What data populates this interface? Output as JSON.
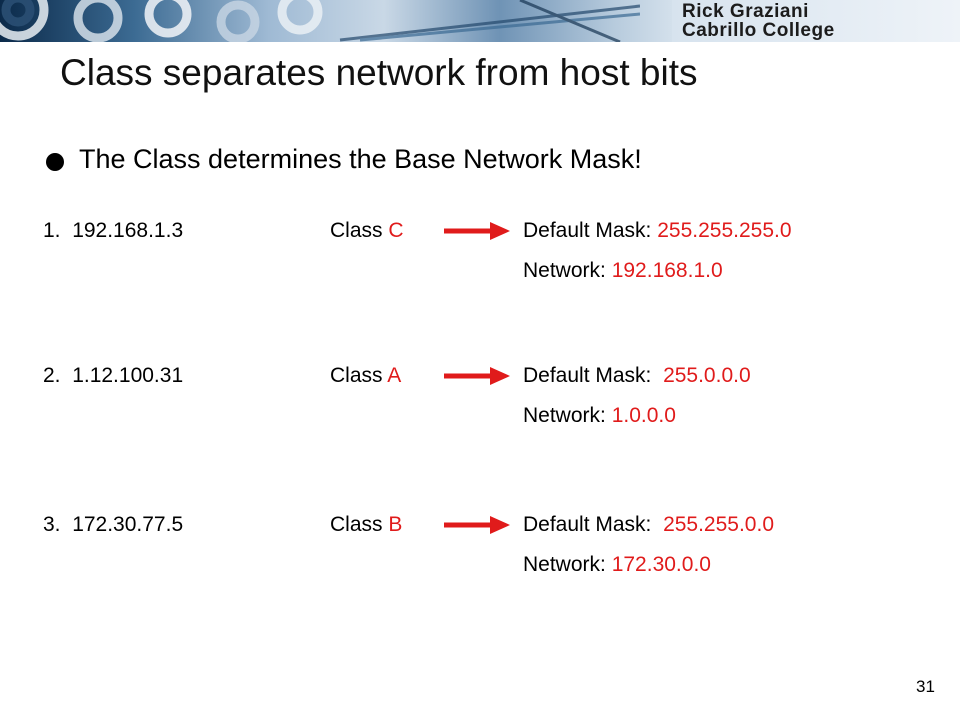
{
  "header": {
    "author": "Rick Graziani",
    "institution": "Cabrillo College"
  },
  "title": "Class separates network from host bits",
  "bullet": "The Class determines the Base Network Mask!",
  "examples": [
    {
      "index": "1.",
      "address": "192.168.1.3",
      "class_label": "Class",
      "class_letter": "C",
      "mask_label": "Default Mask:",
      "mask_value": "255.255.255.0",
      "network_label": "Network:",
      "network_value": "192.168.1.0"
    },
    {
      "index": "2.",
      "address": "1.12.100.31",
      "class_label": "Class",
      "class_letter": "A",
      "mask_label": "Default Mask:",
      "mask_value": "255.0.0.0",
      "network_label": "Network:",
      "network_value": "1.0.0.0"
    },
    {
      "index": "3.",
      "address": "172.30.77.5",
      "class_label": "Class",
      "class_letter": "B",
      "mask_label": "Default Mask:",
      "mask_value": "255.255.0.0",
      "network_label": "Network:",
      "network_value": "172.30.0.0"
    }
  ],
  "page_number": "31",
  "colors": {
    "highlight": "#e01b1b",
    "arrow": "#e01b1b",
    "text": "#000000"
  },
  "icons": {
    "bullet": "filled-circle-bullet",
    "arrow": "right-arrow-icon"
  }
}
